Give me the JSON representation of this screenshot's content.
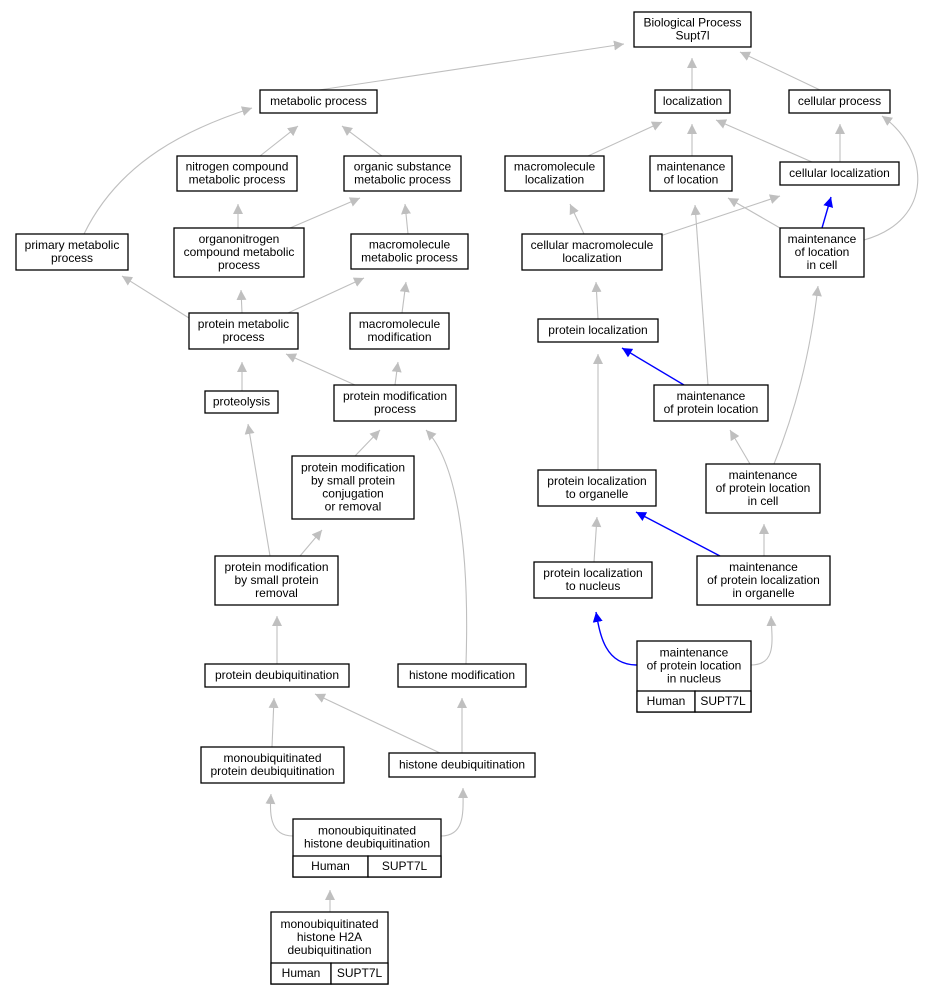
{
  "colors": {
    "edge_default": "#bfbfbf",
    "edge_highlight": "#0000ff",
    "annotation_fill": "#ff6347",
    "node_fill": "#ffffff",
    "node_stroke": "#000000"
  },
  "nodes": [
    {
      "id": "bp",
      "lines": [
        "Biological Process",
        "Supt7l"
      ]
    },
    {
      "id": "metabolic",
      "lines": [
        "metabolic process"
      ]
    },
    {
      "id": "localization",
      "lines": [
        "localization"
      ]
    },
    {
      "id": "cellular_process",
      "lines": [
        "cellular process"
      ]
    },
    {
      "id": "nitrogen",
      "lines": [
        "nitrogen compound",
        "metabolic process"
      ]
    },
    {
      "id": "organic",
      "lines": [
        "organic substance",
        "metabolic process"
      ]
    },
    {
      "id": "macro_loc",
      "lines": [
        "macromolecule",
        "localization"
      ]
    },
    {
      "id": "maint_loc",
      "lines": [
        "maintenance",
        "of location"
      ]
    },
    {
      "id": "cell_loc",
      "lines": [
        "cellular localization"
      ]
    },
    {
      "id": "primary",
      "lines": [
        "primary metabolic",
        "process"
      ]
    },
    {
      "id": "organonitrogen",
      "lines": [
        "organonitrogen",
        "compound metabolic",
        "process"
      ]
    },
    {
      "id": "macro_met",
      "lines": [
        "macromolecule",
        "metabolic process"
      ]
    },
    {
      "id": "cell_macro_loc",
      "lines": [
        "cellular macromolecule",
        "localization"
      ]
    },
    {
      "id": "maint_loc_cell",
      "lines": [
        "maintenance",
        "of location",
        "in cell"
      ]
    },
    {
      "id": "protein_met",
      "lines": [
        "protein metabolic",
        "process"
      ]
    },
    {
      "id": "macro_mod",
      "lines": [
        "macromolecule",
        "modification"
      ]
    },
    {
      "id": "protein_loc",
      "lines": [
        "protein localization"
      ]
    },
    {
      "id": "proteolysis",
      "lines": [
        "proteolysis"
      ]
    },
    {
      "id": "protein_mod",
      "lines": [
        "protein modification",
        "process"
      ]
    },
    {
      "id": "maint_prot_loc",
      "lines": [
        "maintenance",
        "of protein location"
      ]
    },
    {
      "id": "pm_conj",
      "lines": [
        "protein modification",
        "by small protein",
        "conjugation",
        "or removal"
      ]
    },
    {
      "id": "prot_loc_org",
      "lines": [
        "protein localization",
        "to organelle"
      ]
    },
    {
      "id": "maint_prot_loc_cell",
      "lines": [
        "maintenance",
        "of protein location",
        "in cell"
      ]
    },
    {
      "id": "pm_removal",
      "lines": [
        "protein modification",
        "by small protein",
        "removal"
      ]
    },
    {
      "id": "prot_loc_nuc",
      "lines": [
        "protein localization",
        "to nucleus"
      ]
    },
    {
      "id": "maint_prot_loc_org",
      "lines": [
        "maintenance",
        "of protein localization",
        "in organelle"
      ]
    },
    {
      "id": "deubiq",
      "lines": [
        "protein deubiquitination"
      ]
    },
    {
      "id": "histone_mod",
      "lines": [
        "histone modification"
      ]
    },
    {
      "id": "maint_nuc",
      "lines": [
        "maintenance",
        "of protein location",
        "in nucleus"
      ],
      "annotation": [
        "Human",
        "SUPT7L"
      ]
    },
    {
      "id": "mono_deubiq",
      "lines": [
        "monoubiquitinated",
        "protein deubiquitination"
      ]
    },
    {
      "id": "histone_deubiq",
      "lines": [
        "histone deubiquitination"
      ]
    },
    {
      "id": "mono_hist",
      "lines": [
        "monoubiquitinated",
        "histone deubiquitination"
      ],
      "annotation": [
        "Human",
        "SUPT7L"
      ]
    },
    {
      "id": "mono_h2a",
      "lines": [
        "monoubiquitinated",
        "histone H2A",
        "deubiquitination"
      ],
      "annotation": [
        "Human",
        "SUPT7L"
      ]
    }
  ],
  "edges": [
    {
      "from": "metabolic",
      "to": "bp"
    },
    {
      "from": "localization",
      "to": "bp"
    },
    {
      "from": "cellular_process",
      "to": "bp"
    },
    {
      "from": "nitrogen",
      "to": "metabolic"
    },
    {
      "from": "organic",
      "to": "metabolic"
    },
    {
      "from": "primary",
      "to": "metabolic"
    },
    {
      "from": "macro_loc",
      "to": "localization"
    },
    {
      "from": "maint_loc",
      "to": "localization"
    },
    {
      "from": "cell_loc",
      "to": "localization"
    },
    {
      "from": "cell_loc",
      "to": "cellular_process"
    },
    {
      "from": "maint_loc_cell",
      "to": "cellular_process"
    },
    {
      "from": "organonitrogen",
      "to": "nitrogen"
    },
    {
      "from": "organonitrogen",
      "to": "organic"
    },
    {
      "from": "macro_met",
      "to": "organic"
    },
    {
      "from": "cell_macro_loc",
      "to": "macro_loc"
    },
    {
      "from": "cell_macro_loc",
      "to": "cell_loc"
    },
    {
      "from": "maint_loc_cell",
      "to": "maint_loc"
    },
    {
      "from": "maint_loc_cell",
      "to": "cell_loc",
      "highlight": true
    },
    {
      "from": "protein_met",
      "to": "primary"
    },
    {
      "from": "protein_met",
      "to": "organonitrogen"
    },
    {
      "from": "protein_met",
      "to": "macro_met"
    },
    {
      "from": "macro_mod",
      "to": "macro_met"
    },
    {
      "from": "protein_loc",
      "to": "cell_macro_loc"
    },
    {
      "from": "proteolysis",
      "to": "protein_met"
    },
    {
      "from": "protein_mod",
      "to": "protein_met"
    },
    {
      "from": "protein_mod",
      "to": "macro_mod"
    },
    {
      "from": "maint_prot_loc",
      "to": "protein_loc",
      "highlight": true
    },
    {
      "from": "maint_prot_loc",
      "to": "maint_loc"
    },
    {
      "from": "pm_conj",
      "to": "protein_mod"
    },
    {
      "from": "prot_loc_org",
      "to": "protein_loc"
    },
    {
      "from": "maint_prot_loc_cell",
      "to": "maint_prot_loc"
    },
    {
      "from": "maint_prot_loc_cell",
      "to": "maint_loc_cell"
    },
    {
      "from": "pm_removal",
      "to": "pm_conj"
    },
    {
      "from": "pm_removal",
      "to": "proteolysis"
    },
    {
      "from": "prot_loc_nuc",
      "to": "prot_loc_org"
    },
    {
      "from": "maint_prot_loc_org",
      "to": "prot_loc_org",
      "highlight": true
    },
    {
      "from": "maint_prot_loc_org",
      "to": "maint_prot_loc_cell"
    },
    {
      "from": "deubiq",
      "to": "pm_removal"
    },
    {
      "from": "histone_mod",
      "to": "protein_mod"
    },
    {
      "from": "maint_nuc",
      "to": "prot_loc_nuc",
      "highlight": true
    },
    {
      "from": "maint_nuc",
      "to": "maint_prot_loc_org"
    },
    {
      "from": "mono_deubiq",
      "to": "deubiq"
    },
    {
      "from": "histone_deubiq",
      "to": "deubiq"
    },
    {
      "from": "histone_deubiq",
      "to": "histone_mod"
    },
    {
      "from": "mono_hist",
      "to": "mono_deubiq"
    },
    {
      "from": "mono_hist",
      "to": "histone_deubiq"
    },
    {
      "from": "mono_h2a",
      "to": "mono_hist"
    }
  ]
}
